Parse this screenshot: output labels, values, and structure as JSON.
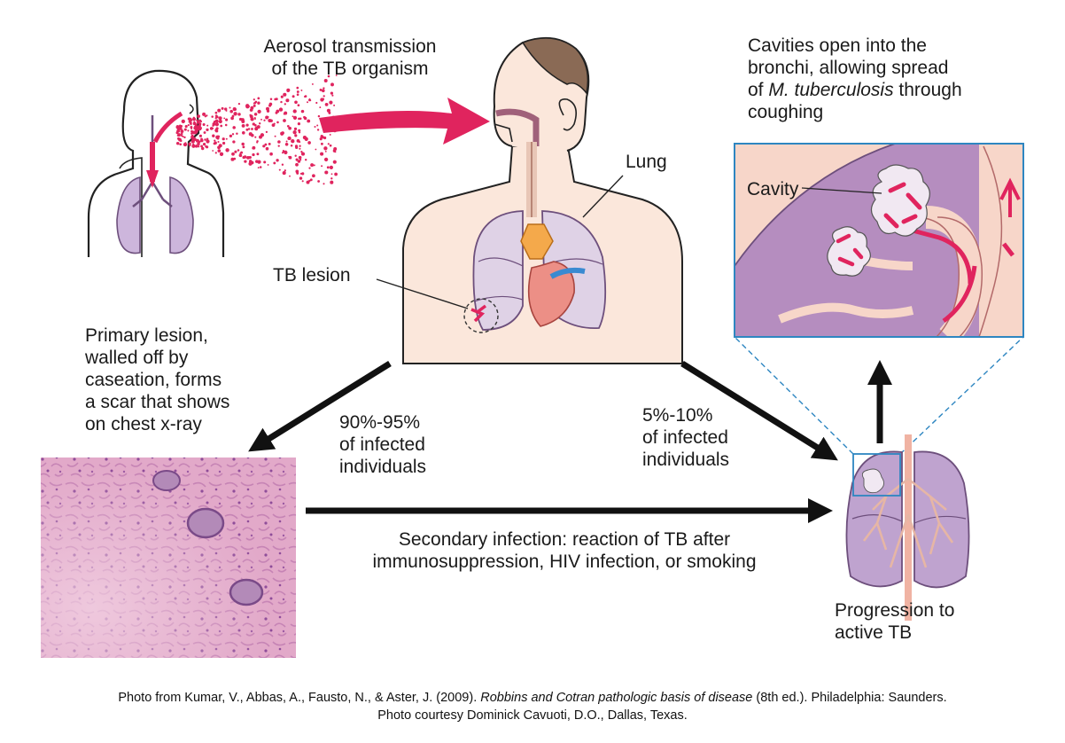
{
  "labels": {
    "aerosol": [
      "Aerosol transmission",
      "of the TB organism"
    ],
    "cavities": {
      "line1": "Cavities open into the",
      "line2": "bronchi, allowing spread",
      "line3_pre": "of ",
      "line3_italic": "M. tuberculosis",
      "line3_post": " through",
      "line4": "coughing"
    },
    "lung": "Lung",
    "cavity": "Cavity",
    "tb_lesion": "TB lesion",
    "primary_lesion": [
      "Primary lesion,",
      "walled off by",
      "caseation, forms",
      "a scar that shows",
      "on chest x-ray"
    ],
    "pct_left": [
      "90%-95%",
      "of infected",
      "individuals"
    ],
    "pct_right": [
      "5%-10%",
      "of infected",
      "individuals"
    ],
    "secondary": [
      "Secondary infection: reaction of TB after",
      "immunosuppression, HIV infection, or smoking"
    ],
    "progression": [
      "Progression to",
      "active TB"
    ]
  },
  "citation": {
    "line1_pre": "Photo from Kumar, V., Abbas, A., Fausto, N., & Aster, J. (2009). ",
    "line1_italic": "Robbins and Cotran pathologic basis of disease",
    "line1_post": " (8th ed.). Philadelphia: Saunders.",
    "line2": "Photo courtesy Dominick Cavuoti, D.O., Dallas, Texas."
  },
  "colors": {
    "accent_red": "#e0245e",
    "lung_purple": "#cdb6dc",
    "skin": "#fbe7db",
    "cavity_bg": "#b58dbf",
    "inset_border": "#2e86c1",
    "arrow": "#111111"
  }
}
